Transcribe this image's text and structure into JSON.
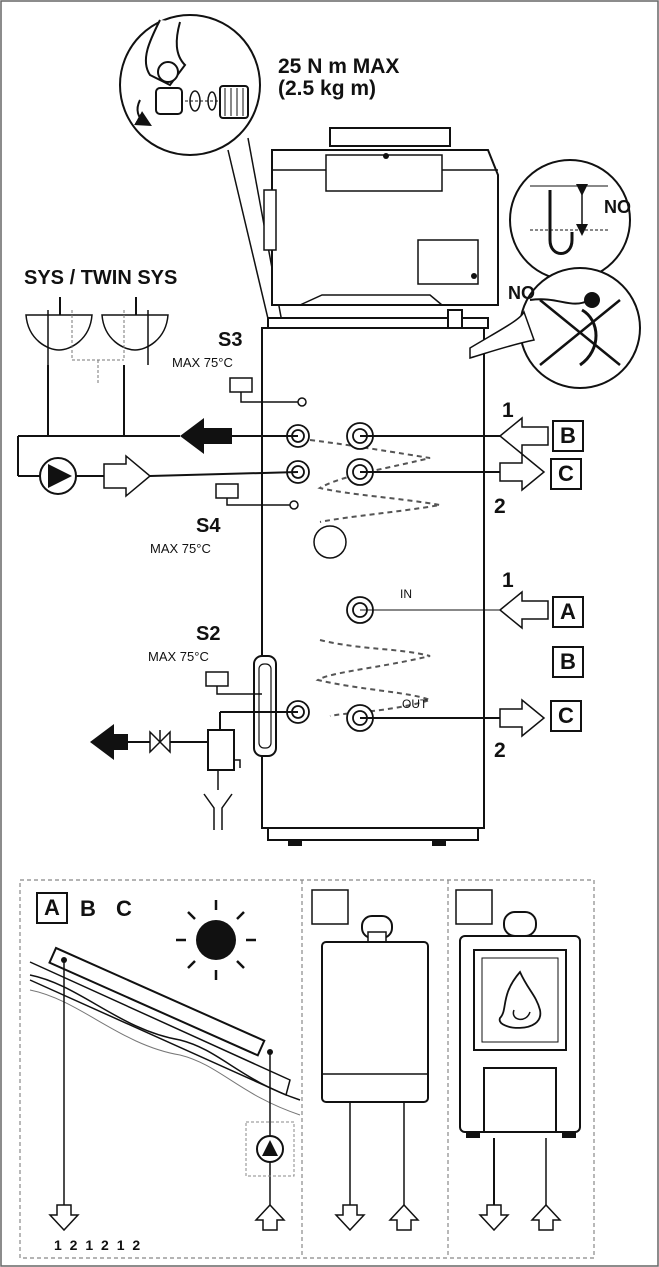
{
  "torque": {
    "line1": "25 N m MAX",
    "line2": "(2.5 kg m)"
  },
  "system_label": "SYS / TWIN SYS",
  "sensors": [
    {
      "name": "S3",
      "max": "MAX 75°C"
    },
    {
      "name": "S4",
      "max": "MAX 75°C"
    },
    {
      "name": "S2",
      "max": "MAX 75°C"
    }
  ],
  "warnings": {
    "no_top": "NO",
    "no_side": "NO"
  },
  "port_labels": {
    "in": "IN",
    "out": "OUT"
  },
  "coil_numbers": {
    "top_in": "1",
    "top_out": "2",
    "bottom_in": "1",
    "bottom_out": "2"
  },
  "coil_letters": {
    "upper_in": "B",
    "upper_out": "C",
    "lower_a": "A",
    "lower_b": "B",
    "lower_c": "C"
  },
  "panels": {
    "solar": {
      "letters": [
        "A",
        "B",
        "C"
      ],
      "pipe_numbers": "1 2 1 2 1 2"
    }
  },
  "colors": {
    "ink": "#111111",
    "dash": "#777777",
    "background": "#ffffff"
  }
}
